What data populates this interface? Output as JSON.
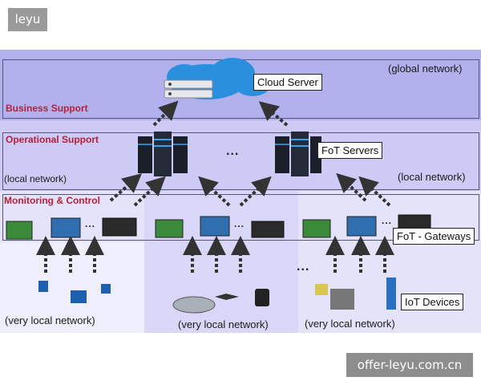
{
  "watermarks": {
    "top_left": "leyu",
    "bottom_right": "offer-leyu.com.cn"
  },
  "tiers": {
    "business": {
      "title": "Business Support",
      "network": "(global network)"
    },
    "operational": {
      "title": "Operational Support",
      "network_left": "(local network)",
      "network_right": "(local network)"
    },
    "monitoring": {
      "title": "Monitoring & Control"
    }
  },
  "nodes": {
    "cloud_server": "Cloud Server",
    "fot_servers": "FoT Servers",
    "fot_gateways": "FoT - Gateways",
    "iot_devices": "IoT Devices"
  },
  "device_groups": [
    {
      "network": "(very local network)"
    },
    {
      "network": "(very local network)"
    },
    {
      "network": "(very local network)"
    }
  ],
  "ellipsis": "...",
  "colors": {
    "band_top": "#b3b0ee",
    "band_mid": "#cdcaf5",
    "band_low": "#e4e3fa",
    "tier_title": "#b4223a",
    "arrow": "#333333"
  }
}
